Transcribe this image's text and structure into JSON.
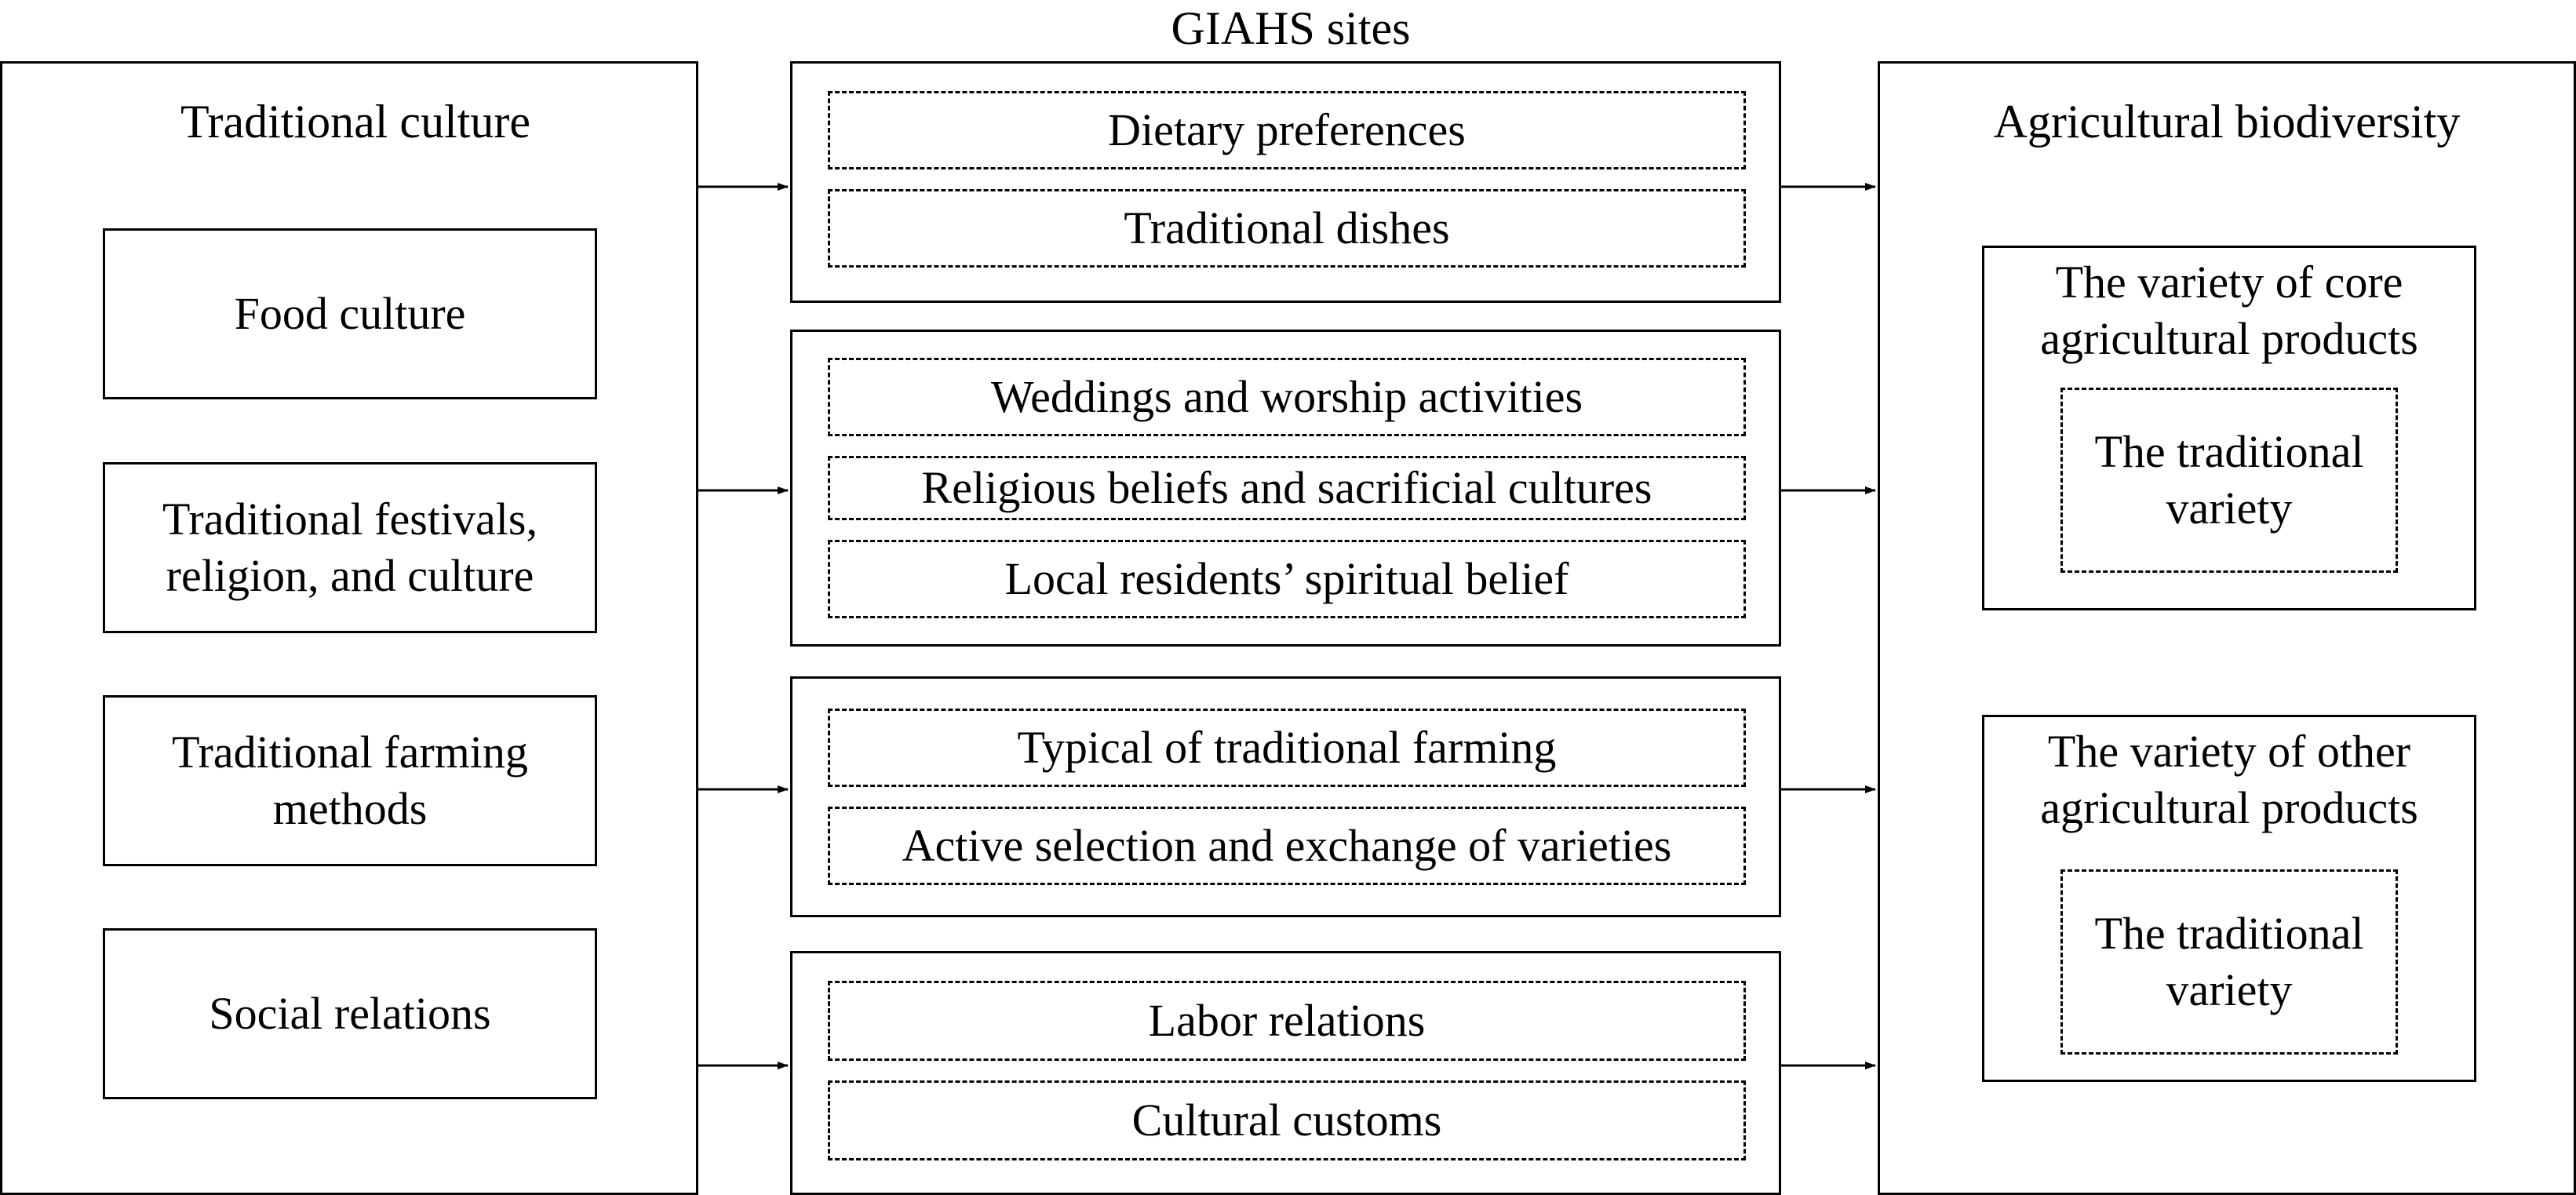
{
  "middle": {
    "title": "GIAHS sites",
    "groups": [
      {
        "items": [
          "Dietary preferences",
          "Traditional dishes"
        ]
      },
      {
        "items": [
          "Weddings and worship activities",
          "Religious beliefs and sacrificial cultures",
          "Local residents’ spiritual belief"
        ]
      },
      {
        "items": [
          "Typical of traditional farming",
          "Active selection and exchange of varieties"
        ]
      },
      {
        "items": [
          "Labor relations",
          "Cultural customs"
        ]
      }
    ]
  },
  "left": {
    "title": "Traditional culture",
    "items": [
      "Food culture",
      "Traditional festivals, religion, and culture",
      "Traditional farming methods",
      "Social relations"
    ]
  },
  "right": {
    "title": "Agricultural biodiversity",
    "core": {
      "title": "The variety of core agricultural products",
      "inner": "The traditional variety"
    },
    "other": {
      "title": "The variety of other agricultural products",
      "inner": "The traditional variety"
    }
  }
}
